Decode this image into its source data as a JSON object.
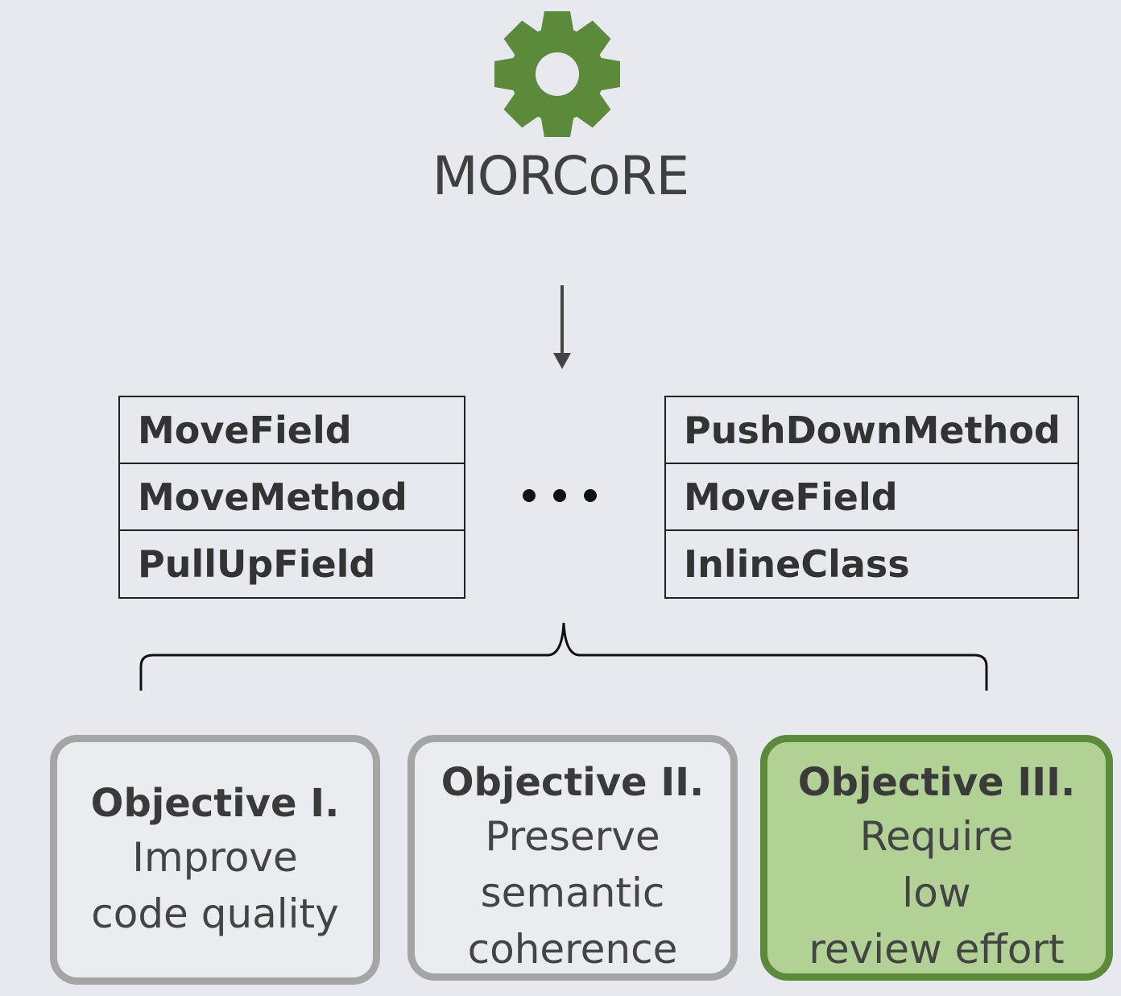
{
  "header": {
    "icon": "gear-icon",
    "title": "MORCoRE",
    "gear_color": "#5b8a3a"
  },
  "sequences": {
    "left": [
      "MoveField",
      "MoveMethod",
      "PullUpField"
    ],
    "right": [
      "PushDownMethod",
      "MoveField",
      "InlineClass"
    ]
  },
  "objectives": [
    {
      "heading": "Objective I.",
      "lines": [
        "Improve",
        "code quality"
      ]
    },
    {
      "heading": "Objective II.",
      "lines": [
        "Preserve",
        "semantic",
        "coherence"
      ]
    },
    {
      "heading": "Objective III.",
      "lines": [
        "Require",
        "low",
        "review effort"
      ],
      "highlight_color": "#b1d195"
    }
  ]
}
